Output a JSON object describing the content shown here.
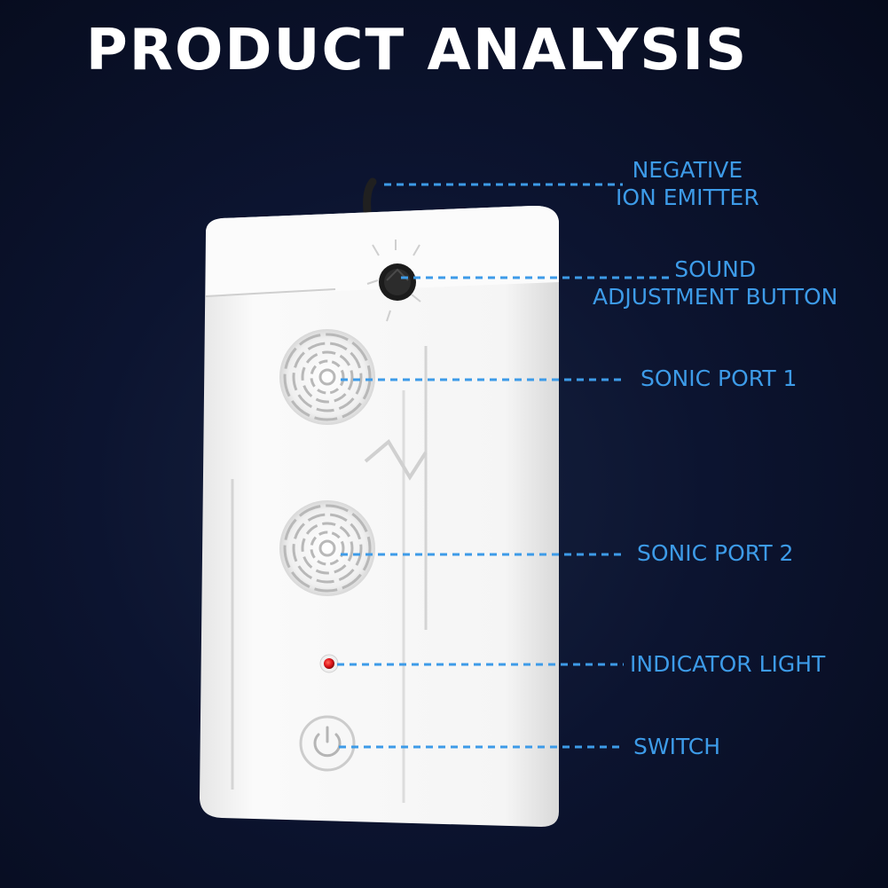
{
  "title": "PRODUCT ANALYSIS",
  "accent_color": "#3d9be8",
  "background_color": "#0a1228",
  "device_color": "#f2f2f2",
  "indicator_color": "#e0141a",
  "callouts": {
    "negative_ion_emitter": {
      "line1": "NEGATIVE",
      "line2": "ION EMITTER"
    },
    "sound_adjustment_button": {
      "line1": "SOUND",
      "line2": "ADJUSTMENT BUTTON"
    },
    "sonic_port_1": "SONIC PORT 1",
    "sonic_port_2": "SONIC PORT 2",
    "indicator_light": "INDICATOR LIGHT",
    "switch": "SWITCH"
  },
  "icons": {
    "power": "power-icon",
    "knob": "knob-icon"
  }
}
